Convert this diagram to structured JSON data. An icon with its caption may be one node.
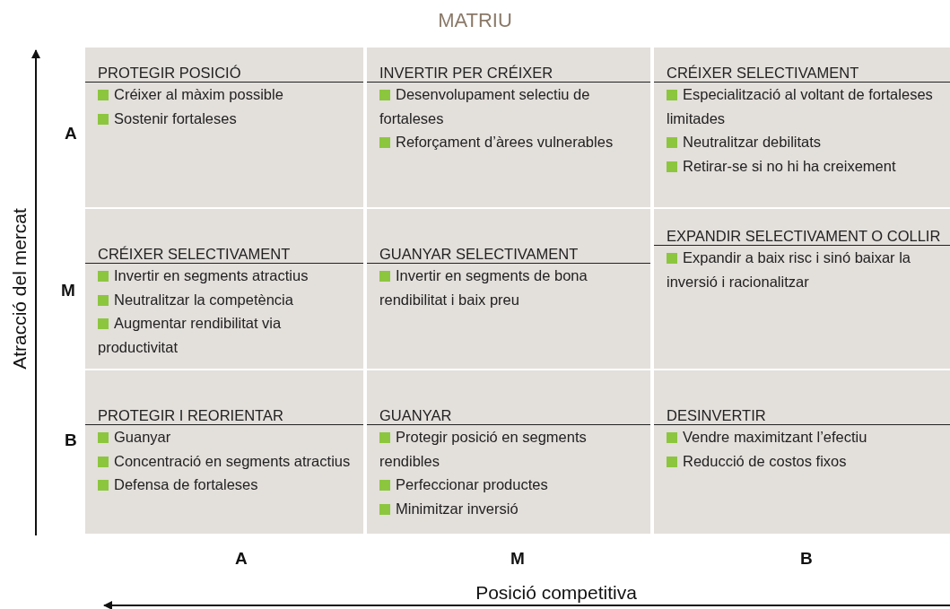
{
  "diagram": {
    "title": "MATRIU",
    "nodes": [
      {
        "text": [
          "PROTEGIR POSICIÓ",
          "Créixer al màxim possible",
          "Sostenir fortaleses"
        ]
      },
      {
        "text": [
          "INVERTIR PER CRÉIXER",
          "Desenvolupament selectiu de fortaleses",
          "Reforçament d’àrees vulnerables"
        ]
      },
      {
        "text": [
          "CRÉIXER SELECTIVAMENT",
          "Especialització al voltant de fortaleses limitades",
          "Neutralitzar debilitats",
          "Retirar-se si no hi ha creixement"
        ]
      },
      {
        "text": [
          "CRÉIXER SELECTIVAMENT",
          "Invertir en segments atractius",
          "Neutralitzar la competència",
          "Augmentar rendibilitat via productivitat"
        ]
      },
      {
        "text": [
          "GUANYAR SELECTIVAMENT",
          "Invertir en segments de bona rendibilitat i baix preu"
        ]
      },
      {
        "text": [
          "EXPANDIR SELECTIVAMENT O COLLIR",
          "Expandir a baix risc i sinó baixar la inversió i racionalitzar"
        ]
      },
      {
        "text": [
          "PROTEGIR I REORIENTAR",
          "Guanyar",
          "Concentració en segments atractius",
          "Defensa de fortaleses"
        ]
      },
      {
        "text": [
          "GUANYAR",
          "Protegir posició en segments rendibles",
          "Perfeccionar productes",
          "Minimitzar inversió"
        ]
      },
      {
        "text": [
          "DESINVERTIR",
          "Vendre maximitzant l’efectiu",
          "Reducció de costos fixos"
        ]
      }
    ],
    "labels": [
      "A",
      "M",
      "B",
      "A",
      "M",
      "B",
      "Atracció del mercat",
      "Posició competitiva"
    ]
  }
}
